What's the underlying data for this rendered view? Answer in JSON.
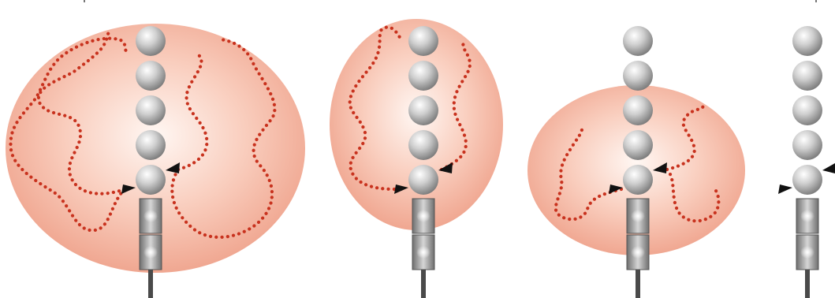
{
  "figure": {
    "panels": [
      {
        "id": "panel-1",
        "beads": 5,
        "segments": 2,
        "arrowheads": 2,
        "chains": 4
      },
      {
        "id": "panel-2",
        "beads": 5,
        "segments": 2,
        "arrowheads": 2,
        "chains": 2
      },
      {
        "id": "panel-3",
        "beads": 5,
        "segments": 2,
        "arrowheads": 2,
        "chains": 2
      },
      {
        "id": "panel-4",
        "beads": 5,
        "segments": 2,
        "arrowheads": 2,
        "chains": 0
      }
    ],
    "colors": {
      "cloud_center": "#fdf0ea",
      "cloud_edge": "#f2aa94",
      "chain": "#c8321e",
      "bead_highlight": "#ffffff",
      "bead_shadow": "#8a8a8a",
      "stem": "#4a4a4a",
      "arrowhead": "#111111"
    }
  }
}
